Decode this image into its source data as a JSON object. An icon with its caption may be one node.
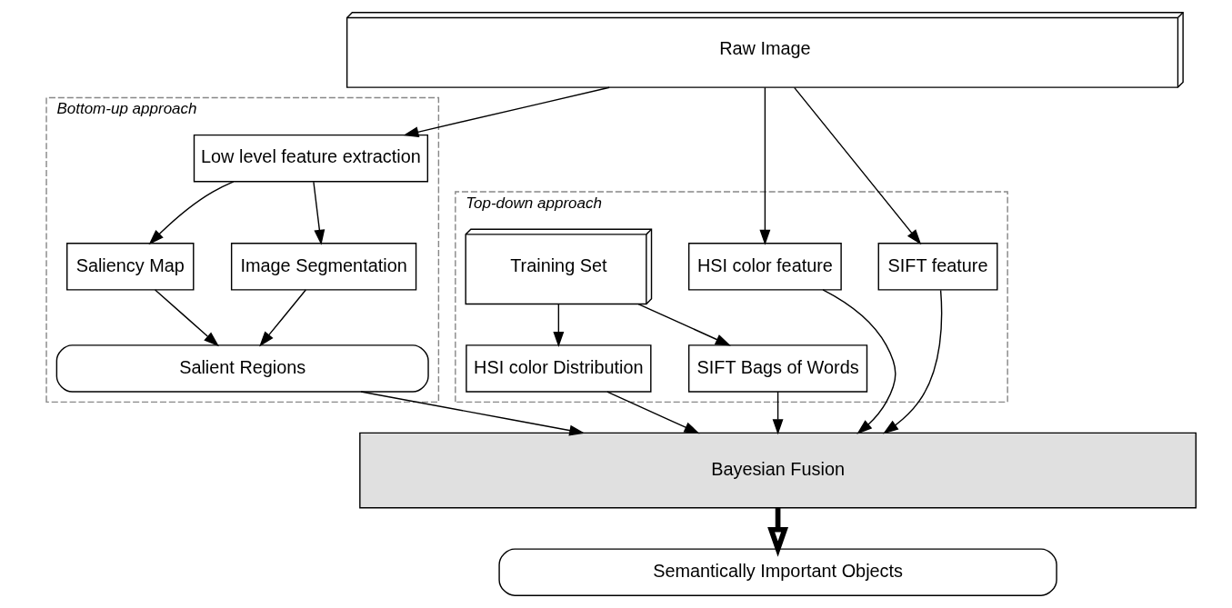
{
  "diagram": {
    "nodes": [
      {
        "text": [
          "Raw Image"
        ]
      },
      {
        "text": [
          "Bottom-up approach"
        ]
      },
      {
        "text": [
          "Low level feature extraction"
        ],
        "in": 1
      },
      {
        "text": [
          "Saliency Map"
        ],
        "in": 1
      },
      {
        "text": [
          "Image Segmentation"
        ],
        "in": 1
      },
      {
        "text": [
          "Salient Regions"
        ],
        "in": 1
      },
      {
        "text": [
          "Top-down approach"
        ]
      },
      {
        "text": [
          "HSI color feature"
        ],
        "in": 6
      },
      {
        "text": [
          "SIFT feature"
        ],
        "in": 6
      },
      {
        "text": [
          "Training Set"
        ],
        "in": 6
      },
      {
        "text": [
          "HSI color Distribution"
        ],
        "in": 6
      },
      {
        "text": [
          "SIFT Bags of Words"
        ],
        "in": 6
      },
      {
        "text": [
          "Bayesian Fusion"
        ]
      },
      {
        "text": [
          "Semantically Important Objects"
        ]
      }
    ],
    "edges": [
      {
        "from": 0,
        "to": 2,
        "arrow": "to"
      },
      {
        "from": 2,
        "to": 3,
        "arrow": "to"
      },
      {
        "from": 2,
        "to": 4,
        "arrow": "to"
      },
      {
        "from": 3,
        "to": 5,
        "arrow": "to"
      },
      {
        "from": 4,
        "to": 5,
        "arrow": "to"
      },
      {
        "from": 0,
        "to": 7,
        "arrow": "to"
      },
      {
        "from": 0,
        "to": 8,
        "arrow": "to"
      },
      {
        "from": 9,
        "to": 10,
        "arrow": "to"
      },
      {
        "from": 9,
        "to": 11,
        "arrow": "to"
      },
      {
        "from": 5,
        "to": 12,
        "arrow": "to"
      },
      {
        "from": 7,
        "to": 12,
        "arrow": "to"
      },
      {
        "from": 8,
        "to": 12,
        "arrow": "to"
      },
      {
        "from": 10,
        "to": 12,
        "arrow": "to"
      },
      {
        "from": 11,
        "to": 12,
        "arrow": "to"
      },
      {
        "from": 12,
        "to": 13,
        "arrow": "to",
        "style": "thick"
      }
    ]
  }
}
